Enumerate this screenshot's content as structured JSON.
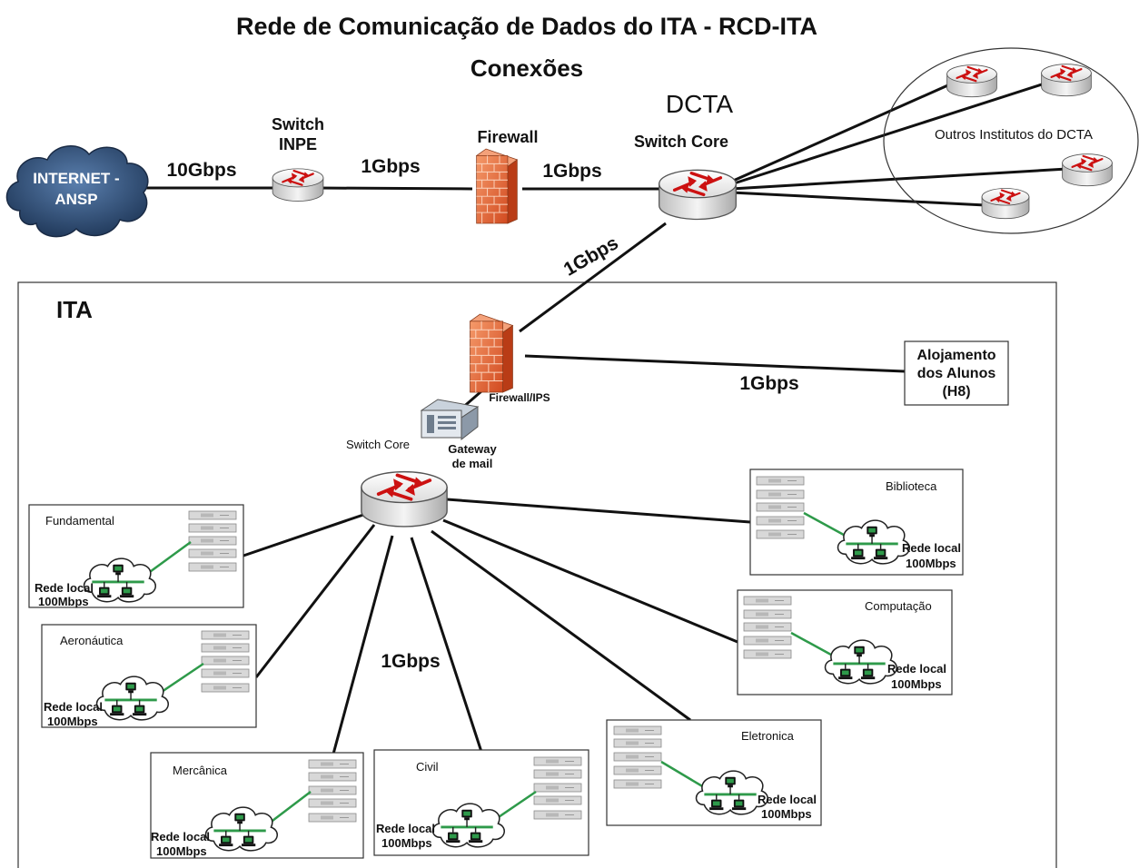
{
  "title": "Rede de Comunicação de Dados do ITA - RCD-ITA",
  "subtitle": "Conexões",
  "dcta": {
    "heading": "DCTA",
    "switch_core": "Switch Core",
    "outros_institutos": "Outros Institutos do DCTA"
  },
  "internet": {
    "line1": "INTERNET -",
    "line2": "ANSP"
  },
  "switch_inpe": {
    "line1": "Switch",
    "line2": "INPE"
  },
  "firewall": "Firewall",
  "links": {
    "internet_inpe": "10Gbps",
    "inpe_firewall": "1Gbps",
    "firewall_core": "1Gbps",
    "core_ita": "1Gbps",
    "ita_alojamento": "1Gbps",
    "ita_departments": "1Gbps"
  },
  "ita": {
    "heading": "ITA",
    "firewall_ips": "Firewall/IPS",
    "gateway": {
      "line1": "Gateway",
      "line2": "de mail"
    },
    "switch_core": "Switch Core",
    "alojamento": {
      "line1": "Alojamento",
      "line2": "dos Alunos",
      "line3": "(H8)"
    },
    "rede_local": {
      "line1": "Rede local",
      "line2": "100Mbps"
    },
    "departments": {
      "fundamental": "Fundamental",
      "aeronautica": "Aeronáutica",
      "mecanica": "Mercânica",
      "civil": "Civil",
      "eletronica": "Eletronica",
      "computacao": "Computação",
      "biblioteca": "Biblioteca"
    }
  },
  "colors": {
    "router_body": "#d9d9d9",
    "router_arrows": "#cc1111",
    "cloud": "#2e4f7a",
    "firewall": "#e8643a",
    "lan_link": "#2e9a4a"
  }
}
